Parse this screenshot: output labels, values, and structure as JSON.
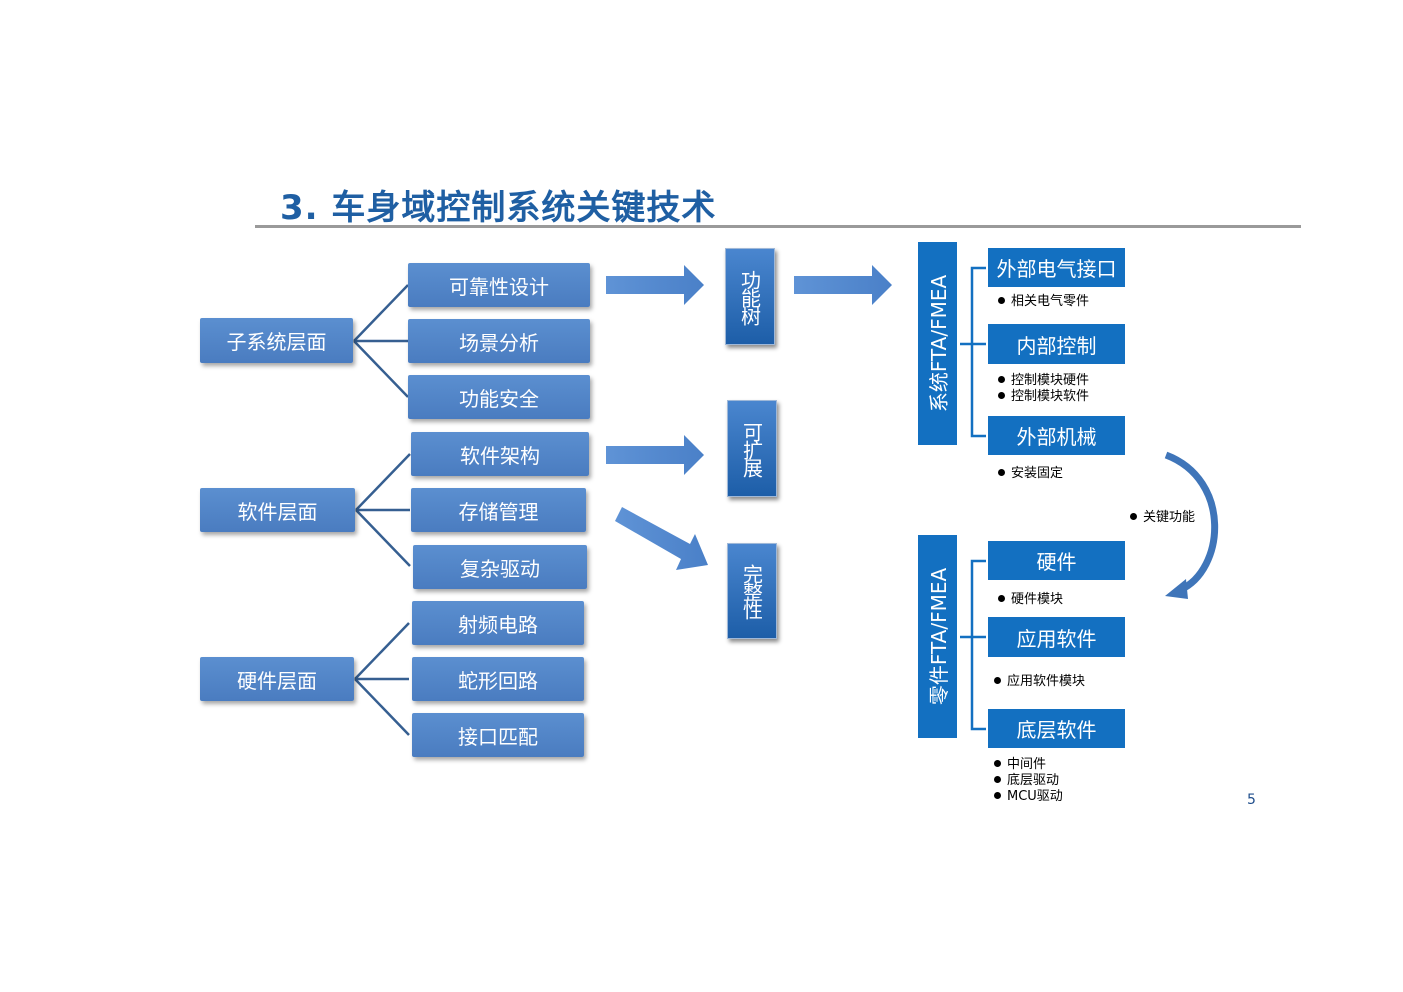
{
  "title": "3. 车身域控制系统关键技术",
  "left": {
    "groups": [
      {
        "label": "子系统层面",
        "items": [
          "可靠性设计",
          "场景分析",
          "功能安全"
        ]
      },
      {
        "label": "软件层面",
        "items": [
          "软件架构",
          "存储管理",
          "复杂驱动"
        ]
      },
      {
        "label": "硬件层面",
        "items": [
          "射频电路",
          "蛇形回路",
          "接口匹配"
        ]
      }
    ]
  },
  "middle": {
    "boxes": [
      "功能树",
      "可扩展",
      "完整性"
    ]
  },
  "right": {
    "system": {
      "label": "系统FTA/FMEA",
      "items": [
        {
          "label": "外部电气接口",
          "bullets": [
            "相关电气零件"
          ]
        },
        {
          "label": "内部控制",
          "bullets": [
            "控制模块硬件",
            "控制模块软件"
          ]
        },
        {
          "label": "外部机械",
          "bullets": [
            "安装固定"
          ]
        }
      ]
    },
    "curve_label": "关键功能",
    "component": {
      "label": "零件FTA/FMEA",
      "items": [
        {
          "label": "硬件",
          "bullets": [
            "硬件模块"
          ]
        },
        {
          "label": "应用软件",
          "bullets": [
            "应用软件模块"
          ]
        },
        {
          "label": "底层软件",
          "bullets": [
            "中间件",
            "底层驱动",
            "MCU驱动"
          ]
        }
      ]
    }
  },
  "page_number": "5",
  "colors": {
    "title": "#1f5fa3",
    "box_blue": "#4f81c4",
    "dark_blue": "#1370c1",
    "arrow_blue": "#5a8fd3",
    "connector": "#365f91"
  }
}
